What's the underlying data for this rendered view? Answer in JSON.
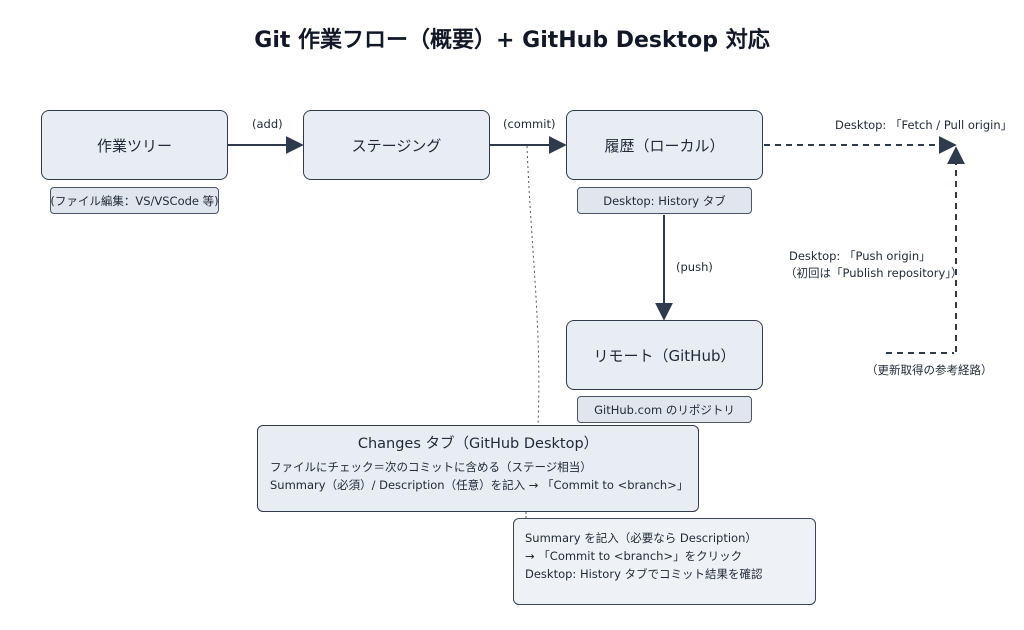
{
  "title": "Git 作業フロー（概要）+ GitHub Desktop 対応",
  "nodes": {
    "working_tree": "作業ツリー",
    "staging": "ステージング",
    "history_local": "履歴（ローカル）",
    "remote": "リモート（GitHub）"
  },
  "subnotes": {
    "working_tree": "(ファイル編集：VS/VSCode 等)",
    "history_local": "Desktop: History タブ",
    "remote": "GitHub.com のリポジトリ"
  },
  "edge_labels": {
    "add": "(add)",
    "commit": "(commit)",
    "push": "(push)",
    "fetch_pull": "Desktop: 「Fetch / Pull origin」",
    "push_origin_1": "Desktop: 「Push origin」",
    "push_origin_2": "（初回は「Publish repository」）",
    "fetch_path": "（更新取得の参考経路）"
  },
  "changes_box": {
    "title": "Changes タブ（GitHub Desktop）",
    "line1": "ファイルにチェック＝次のコミットに含める（ステージ相当）",
    "line2": "Summary（必須）/ Description（任意）を記入 → 「Commit to <branch>」"
  },
  "commit_steps": {
    "line1": "Summary を記入（必要なら Description）",
    "line2": "→ 「Commit to <branch>」をクリック",
    "line3": "Desktop: History タブでコミット結果を確認"
  },
  "colors": {
    "border": "#2f3b4c",
    "fill": "#e8ecf3",
    "arrow": "#2f3b4c"
  }
}
